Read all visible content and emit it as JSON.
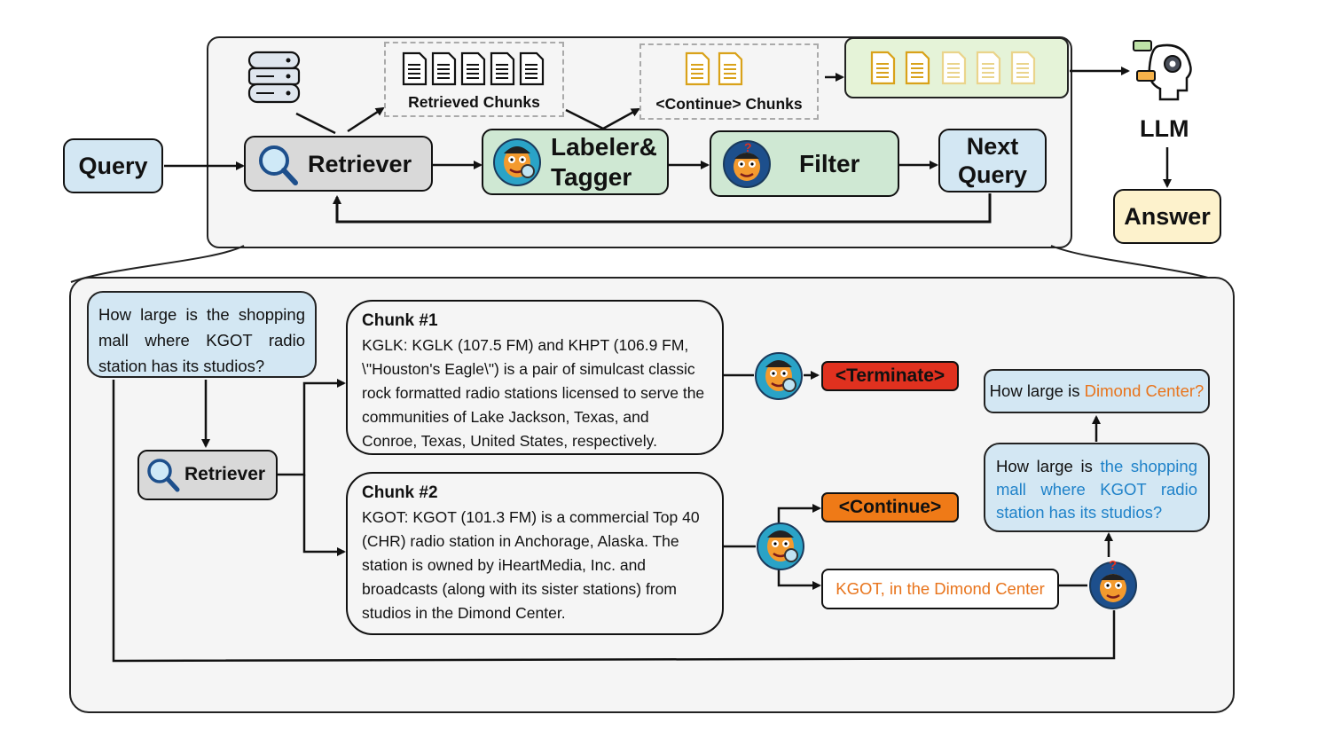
{
  "top": {
    "query": "Query",
    "retriever": "Retriever",
    "labeler_line1": "Labeler&",
    "labeler_line2": "Tagger",
    "filter": "Filter",
    "next_query_line1": "Next",
    "next_query_line2": "Query",
    "retrieved_chunks": "Retrieved Chunks",
    "continue_chunks": "<Continue> Chunks",
    "llm": "LLM",
    "answer": "Answer"
  },
  "bottom": {
    "question": "How large is the shopping mall where KGOT radio station has its studios?",
    "retriever": "Retriever",
    "chunk1_title": "Chunk #1",
    "chunk1_text": "KGLK: KGLK (107.5 FM) and KHPT (106.9 FM, \\\"Houston's Eagle\\\") is a pair of simulcast classic rock formatted radio stations licensed to serve the communities of Lake Jackson, Texas, and Conroe, Texas, United States, respectively.",
    "chunk2_title": "Chunk #2",
    "chunk2_text": "KGOT: KGOT (101.3 FM) is a commercial Top 40 (CHR) radio station in Anchorage, Alaska. The station is owned by iHeartMedia, Inc. and broadcasts (along with its sister stations) from studios in the Dimond Center.",
    "terminate": "<Terminate>",
    "continue": "<Continue>",
    "extracted": "KGOT, in the Dimond Center",
    "rewrite_prefix": "How large is ",
    "rewrite_highlight": "the shopping mall where KGOT radio station has its studios?",
    "next_prefix": "How large is ",
    "next_highlight": "Dimond Center?"
  },
  "colors": {
    "query_blue": "#d3e7f3",
    "labeler_green": "#cfe8d3",
    "terminate_red": "#e0311f",
    "continue_orange": "#ef7a17",
    "answer_cream": "#fdf2cc",
    "highlight_orange": "#e8741c",
    "highlight_blue": "#1f82c9"
  },
  "icons": [
    "database-icon",
    "document-icon",
    "magnifier-icon",
    "agent-avatar-icon",
    "llm-head-icon"
  ]
}
